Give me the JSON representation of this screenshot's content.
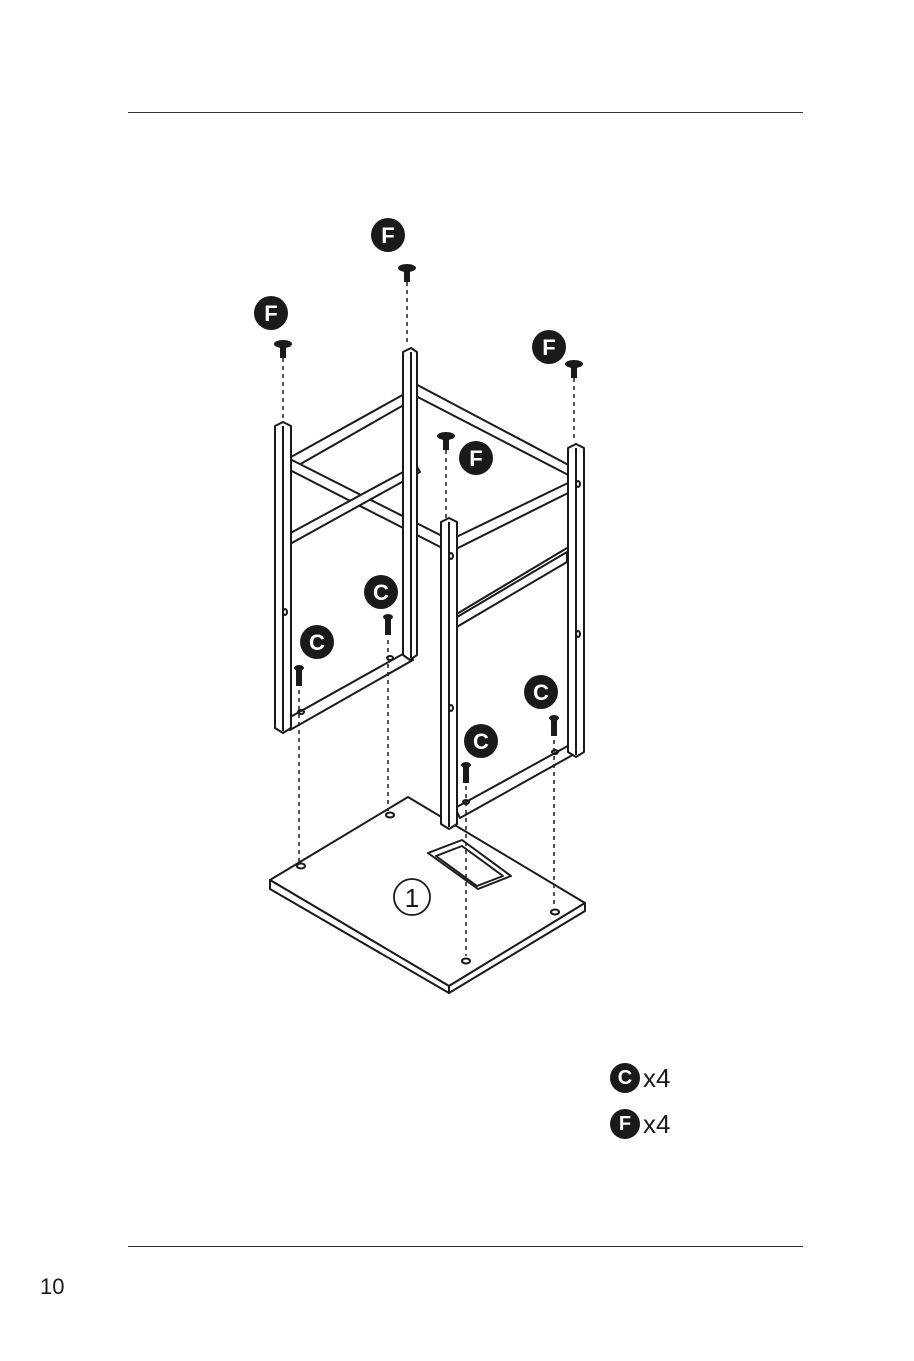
{
  "step_number": "1",
  "page_number": "10",
  "callouts": {
    "f_label": "F",
    "c_label": "C"
  },
  "parts_list": [
    {
      "label": "C",
      "quantity": "x4"
    },
    {
      "label": "F",
      "quantity": "x4"
    }
  ],
  "colors": {
    "ink": "#1a1a1a",
    "paper": "#ffffff"
  }
}
